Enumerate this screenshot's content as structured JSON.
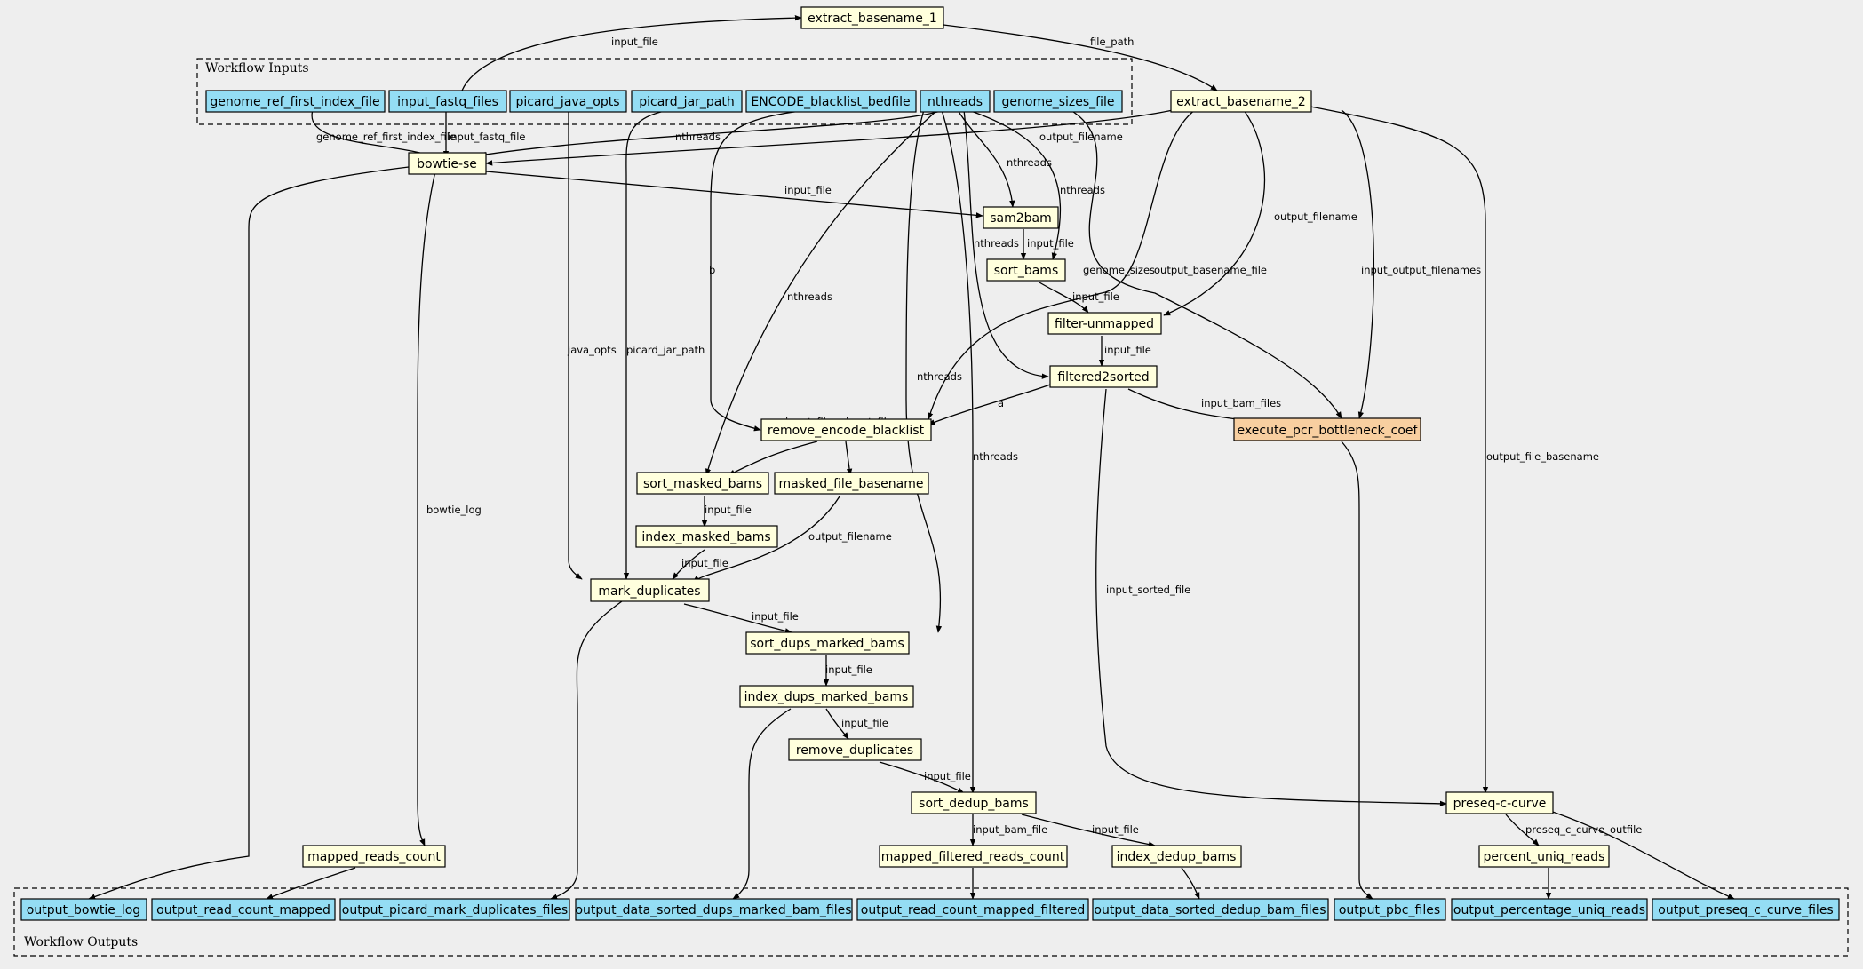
{
  "clusters": {
    "inputs_label": "Workflow Inputs",
    "outputs_label": "Workflow Outputs"
  },
  "colors": {
    "background": "#eeeeee",
    "io_fill": "#94ddf4",
    "step_fill": "#ffffdd",
    "highlight_fill": "#f8cfa0",
    "stroke": "#000000"
  },
  "nodes": {
    "extract_basename_1": "extract_basename_1",
    "extract_basename_2": "extract_basename_2",
    "genome_ref_first_index_file": "genome_ref_first_index_file",
    "input_fastq_files": "input_fastq_files",
    "picard_java_opts": "picard_java_opts",
    "picard_jar_path": "picard_jar_path",
    "ENCODE_blacklist_bedfile": "ENCODE_blacklist_bedfile",
    "nthreads": "nthreads",
    "genome_sizes_file": "genome_sizes_file",
    "bowtie_se": "bowtie-se",
    "sam2bam": "sam2bam",
    "sort_bams": "sort_bams",
    "filter_unmapped": "filter-unmapped",
    "filtered2sorted": "filtered2sorted",
    "remove_encode_blacklist": "remove_encode_blacklist",
    "execute_pcr_bottleneck_coef": "execute_pcr_bottleneck_coef",
    "sort_masked_bams": "sort_masked_bams",
    "masked_file_basename": "masked_file_basename",
    "index_masked_bams": "index_masked_bams",
    "mark_duplicates": "mark_duplicates",
    "sort_dups_marked_bams": "sort_dups_marked_bams",
    "index_dups_marked_bams": "index_dups_marked_bams",
    "remove_duplicates": "remove_duplicates",
    "sort_dedup_bams": "sort_dedup_bams",
    "preseq_c_curve": "preseq-c-curve",
    "mapped_reads_count": "mapped_reads_count",
    "mapped_filtered_reads_count": "mapped_filtered_reads_count",
    "index_dedup_bams": "index_dedup_bams",
    "percent_uniq_reads": "percent_uniq_reads",
    "output_bowtie_log": "output_bowtie_log",
    "output_read_count_mapped": "output_read_count_mapped",
    "output_picard_mark_duplicates_files": "output_picard_mark_duplicates_files",
    "output_data_sorted_dups_marked_bam_files": "output_data_sorted_dups_marked_bam_files",
    "output_read_count_mapped_filtered": "output_read_count_mapped_filtered",
    "output_data_sorted_dedup_bam_files": "output_data_sorted_dedup_bam_files",
    "output_pbc_files": "output_pbc_files",
    "output_percentage_uniq_reads": "output_percentage_uniq_reads",
    "output_preseq_c_curve_files": "output_preseq_c_curve_files"
  },
  "edge_labels": {
    "input_file_fastq_to_eb1": "input_file",
    "file_path": "file_path",
    "genome_ref_first_index_file": "genome_ref_first_index_file",
    "input_fastq_file": "input_fastq_file",
    "nthreads_bowtie": "nthreads",
    "output_filename_bowtie": "output_filename",
    "input_file_sam2bam": "input_file",
    "nthreads_sam2bam": "nthreads",
    "nthreads_sort_bams": "nthreads",
    "input_file_sort_bams": "input_file",
    "nthreads_filtered2sorted": "nthreads",
    "genome_sizes": "genome_sizes",
    "output_basename_file": "output_basename_file",
    "output_filename_filter": "output_filename",
    "input_output_filenames": "input_output_filenames",
    "input_file_filter": "input_file",
    "input_file_filtered2sorted": "input_file",
    "b": "b",
    "nthreads_sort_masked": "nthreads",
    "java_opts": "java_opts",
    "picard_jar_path": "picard_jar_path",
    "nthreads_sort_dups": "nthreads",
    "nthreads_sort_dedup": "nthreads",
    "a": "a",
    "input_bam_files": "input_bam_files",
    "output_file_basename": "output_file_basename",
    "input_file_sort_masked": "input_file",
    "input_file_masked_basename": "input_file",
    "input_file_index_masked": "input_file",
    "output_filename_mark": "output_filename",
    "input_file_mark": "input_file",
    "bowtie_log": "bowtie_log",
    "input_sorted_file": "input_sorted_file",
    "input_file_sort_dups": "input_file",
    "input_file_index_dups": "input_file",
    "input_file_remove_dups": "input_file",
    "input_file_sort_dedup": "input_file",
    "input_bam_file": "input_bam_file",
    "input_file_index_dedup": "input_file",
    "preseq_c_curve_outfile": "preseq_c_curve_outfile"
  }
}
